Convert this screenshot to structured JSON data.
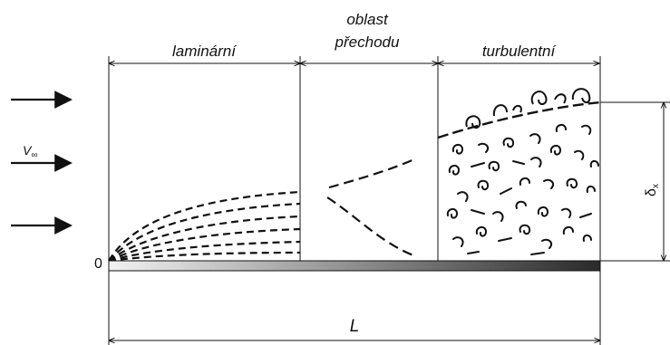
{
  "regions": {
    "laminar": "laminární",
    "transition_line1": "oblast",
    "transition_line2": "přechodu",
    "turbulent": "turbulentní"
  },
  "velocity_label": "V",
  "velocity_subscript": "∞",
  "origin_label": "0",
  "length_label": "L",
  "thickness_label": "δ",
  "thickness_subscript": "x",
  "colors": {
    "line": "#111111",
    "plate_start": "#f2f2f2",
    "plate_end": "#2a2a2a"
  }
}
